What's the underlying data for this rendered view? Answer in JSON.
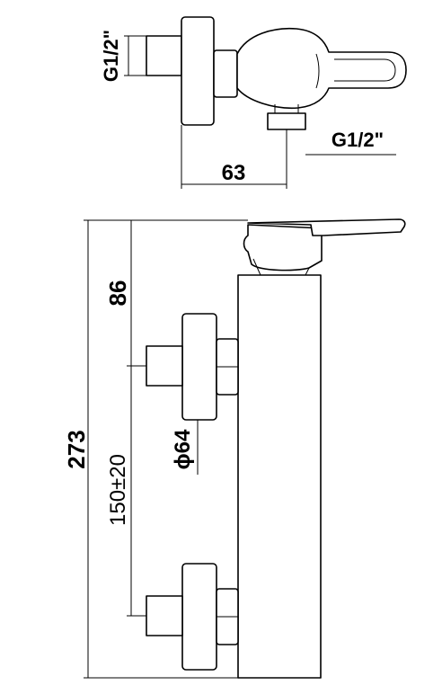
{
  "top_view": {
    "thread_vertical_label": "G1/2\"",
    "thread_horizontal_label": "G1/2\"",
    "width_dimension": "63"
  },
  "side_view": {
    "height_overall": "273",
    "height_upper": "86",
    "center_distance": "150±20",
    "flange_diameter": "ϕ64"
  },
  "colors": {
    "line": "#000000",
    "background": "#ffffff"
  }
}
